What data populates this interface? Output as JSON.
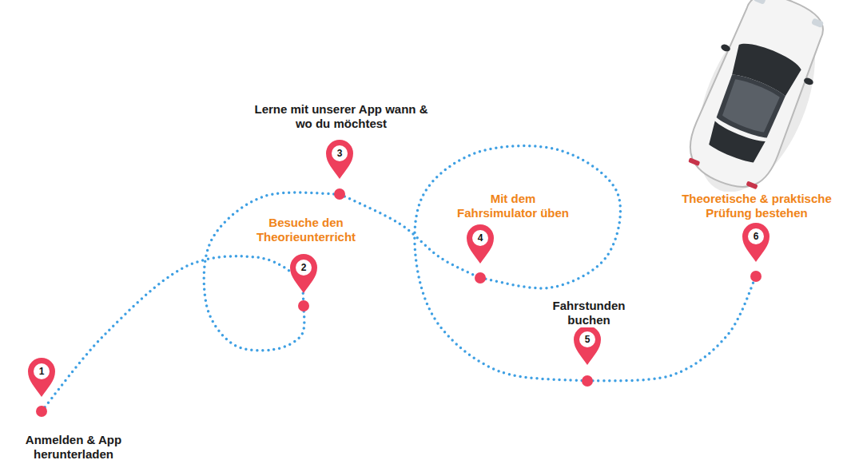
{
  "diagram": {
    "nodes": [
      {
        "text": [
          "Anmelden & App herunterladen",
          "1"
        ]
      },
      {
        "text": [
          "Besuche den Theorieunterricht",
          "2"
        ]
      },
      {
        "text": [
          "Lerne mit unserer App wann & wo du möchtest",
          "3"
        ]
      },
      {
        "text": [
          "Mit dem Fahrsimulator üben",
          "4"
        ]
      },
      {
        "text": [
          "Fahrstunden buchen",
          "5"
        ]
      },
      {
        "text": [
          "Theoretische & praktische Prüfung bestehen",
          "6"
        ]
      }
    ],
    "edges": [
      {
        "from": 0,
        "to": 1,
        "arrow": "none"
      },
      {
        "from": 1,
        "to": 2,
        "arrow": "none"
      },
      {
        "from": 2,
        "to": 3,
        "arrow": "none"
      },
      {
        "from": 3,
        "to": 4,
        "arrow": "none"
      },
      {
        "from": 4,
        "to": 5,
        "arrow": "none"
      }
    ]
  }
}
